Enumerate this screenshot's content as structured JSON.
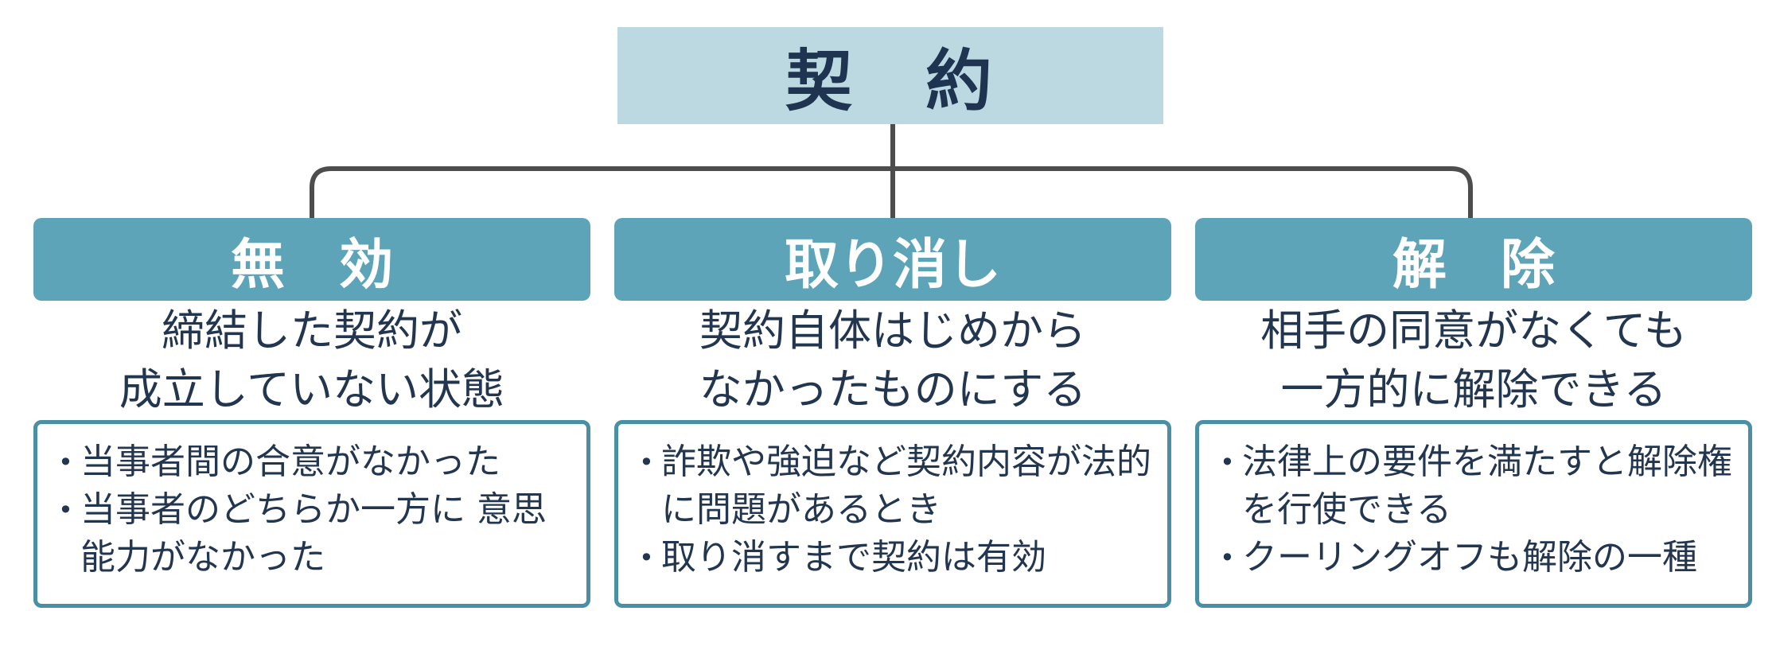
{
  "root": {
    "label": "契　約"
  },
  "columns": [
    {
      "title": "無　効",
      "desc": [
        "締結した契約が",
        "成立していない状態"
      ],
      "bullets": [
        "当事者間の合意がなかった",
        "当事者のどちらか一方に 意思能力がなかった"
      ]
    },
    {
      "title": "取り消し",
      "desc": [
        "契約自体はじめから",
        "なかったものにする"
      ],
      "bullets": [
        "詐欺や強迫など契約内容が法的に問題があるとき",
        "取り消すまで契約は有効"
      ]
    },
    {
      "title": "解　除",
      "desc": [
        "相手の同意がなくても",
        "一方的に解除できる"
      ],
      "bullets": [
        "法律上の要件を満たすと解除権を行使できる",
        "クーリングオフも解除の一種"
      ]
    }
  ],
  "colors": {
    "root_fill": "#bcd9e2",
    "header_fill": "#5ea4b8",
    "box_border": "#4a8fa3",
    "connector": "#4d4d4d",
    "text": "#23364f"
  }
}
